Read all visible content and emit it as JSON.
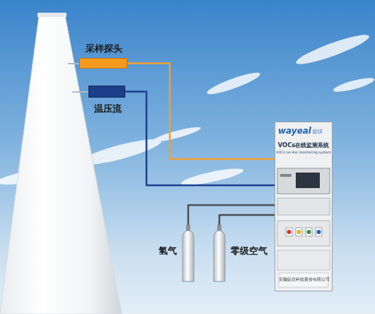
{
  "diagram": {
    "nodes": [
      {
        "text": [
          "采样探头"
        ]
      },
      {
        "text": [
          "温压流"
        ]
      },
      {
        "text": [
          "wayeal",
          "皖仪",
          "VOCs在线监测系统",
          "VOCs on-line monitoring system",
          "安徽皖仪科技股份有限公司"
        ]
      },
      {
        "text": [
          "氢气"
        ]
      },
      {
        "text": [
          "零级空气"
        ]
      }
    ],
    "edges": [
      {
        "from": 0,
        "to": 2,
        "arrow": "none"
      },
      {
        "from": 1,
        "to": 2,
        "arrow": "none"
      },
      {
        "from": 3,
        "to": 2,
        "arrow": "none"
      },
      {
        "from": 4,
        "to": 2,
        "arrow": "none"
      }
    ]
  }
}
